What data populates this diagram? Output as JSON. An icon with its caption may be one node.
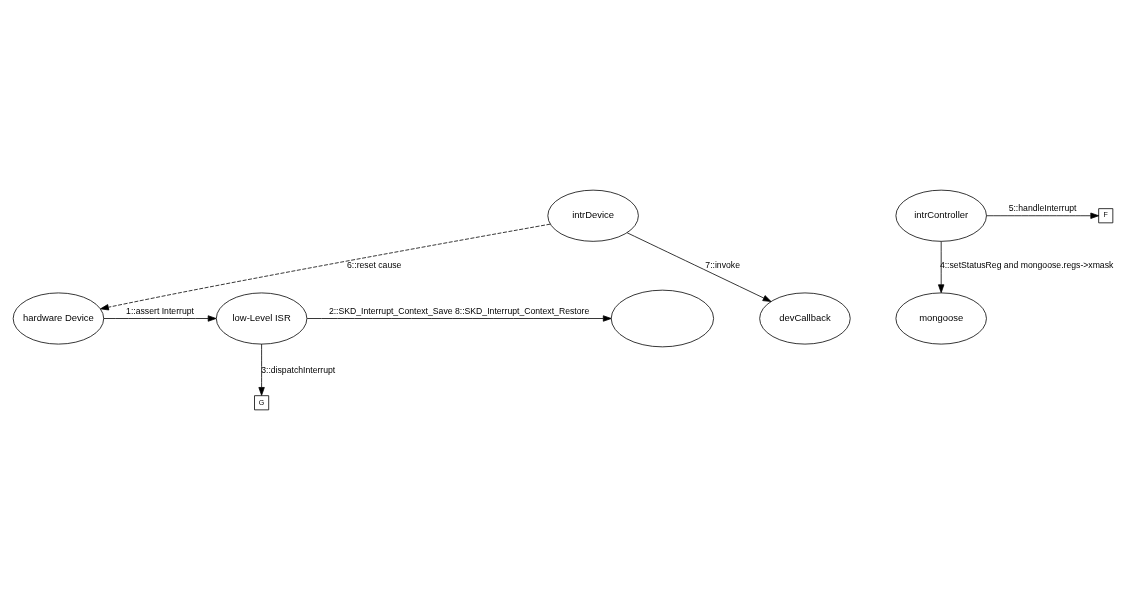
{
  "diagram": {
    "nodes": [
      {
        "text": [
          "hardware Device"
        ]
      },
      {
        "text": [
          "low-Level ISR"
        ]
      },
      {
        "text": [],
        "shape": "cloud"
      },
      {
        "text": [
          "G"
        ]
      },
      {
        "text": [
          "intrController"
        ]
      },
      {
        "text": [
          "intrDevice"
        ]
      },
      {
        "text": [
          "F"
        ]
      },
      {
        "text": [
          "devCallback"
        ]
      },
      {
        "text": [
          "mongoose"
        ]
      }
    ],
    "edges": [
      {
        "from": 0,
        "to": 1,
        "arrow": "to",
        "label": "1::assert Interrupt"
      },
      {
        "from": 1,
        "to": 2,
        "arrow": "to",
        "label": "2::SKD_Interrupt_Context_Save 8::SKD_Interrupt_Context_Restore"
      },
      {
        "from": 1,
        "to": 3,
        "arrow": "to",
        "label": "3::dispatchInterrupt"
      },
      {
        "from": 4,
        "to": 8,
        "arrow": "to",
        "label": "4::setStatusReg and mongoose.regs->xmask"
      },
      {
        "from": 4,
        "to": 6,
        "arrow": "to",
        "label": "5::handleInterrupt"
      },
      {
        "from": 5,
        "to": 0,
        "arrow": "to",
        "label": "6::reset cause",
        "style": "dashed"
      },
      {
        "from": 5,
        "to": 7,
        "arrow": "to",
        "label": "7::invoke"
      }
    ]
  }
}
